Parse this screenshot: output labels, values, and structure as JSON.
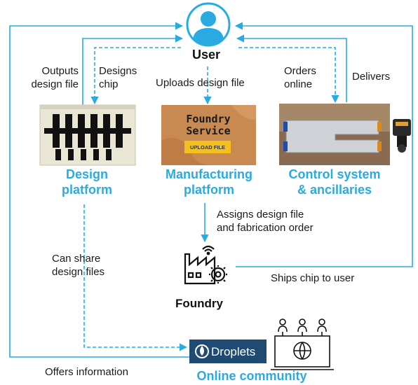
{
  "nodes": {
    "user": "User",
    "design_platform": [
      "Design",
      "platform"
    ],
    "manufacturing_platform": [
      "Manufacturing",
      "platform"
    ],
    "control_system": [
      "Control system",
      "& ancillaries"
    ],
    "foundry": "Foundry",
    "online_community": "Online community"
  },
  "edges": {
    "outputs_design_file": [
      "Outputs",
      "design file"
    ],
    "designs_chip": [
      "Designs",
      "chip"
    ],
    "uploads_design_file": "Uploads design file",
    "orders_online": [
      "Orders",
      "online"
    ],
    "delivers": "Delivers",
    "assigns": [
      "Assigns design file",
      "and fabrication order"
    ],
    "can_share": [
      "Can share",
      "design files"
    ],
    "ships_chip": "Ships chip to user",
    "offers_information": "Offers information"
  },
  "images": {
    "foundry_service": [
      "Foundry",
      "Service"
    ],
    "upload_button": "UPLOAD FILE",
    "droplets_logo": "Droplets"
  },
  "colors": {
    "accent": "#29abe2",
    "arrow": "#29abe2"
  }
}
